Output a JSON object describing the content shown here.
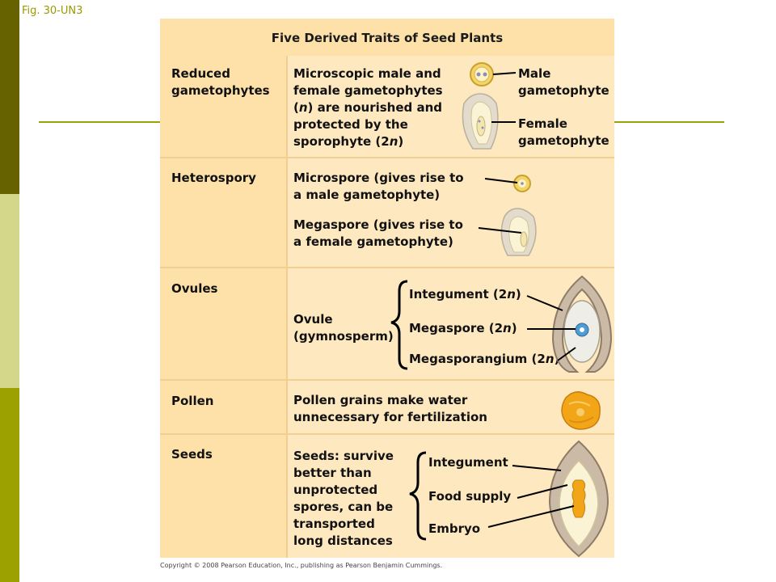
{
  "figure_label": "Fig. 30-UN3",
  "table_title": "Five Derived Traits of Seed Plants",
  "rows": [
    {
      "trait": "Reduced\ngametophytes",
      "description_html": "Microscopic male and\nfemale gametophytes\n(<em>n</em>) are nourished and\nprotected by the\nsporophyte (2<em>n</em>)",
      "labels": [
        "Male\ngametophyte",
        "Female\ngametophyte"
      ]
    },
    {
      "trait": "Heterospory",
      "descriptions": [
        "Microspore (gives rise to\na male gametophyte)",
        "Megaspore (gives rise to\na female gametophyte)"
      ]
    },
    {
      "trait": "Ovules",
      "description": "Ovule\n(gymnosperm)",
      "labels_html": [
        "Integument (2<em>n</em>)",
        "Megaspore (2<em>n</em>)",
        "Megasporangium (2<em>n</em>)"
      ]
    },
    {
      "trait": "Pollen",
      "description": "Pollen grains make water\nunnecessary for fertilization"
    },
    {
      "trait": "Seeds",
      "description": "Seeds: survive\nbetter than\nunprotected\nspores, can be\ntransported\nlong distances",
      "labels": [
        "Integument",
        "Food supply",
        "Embryo"
      ]
    }
  ],
  "copyright": "Copyright © 2008 Pearson Education, Inc., publishing as Pearson Benjamin Cummings."
}
